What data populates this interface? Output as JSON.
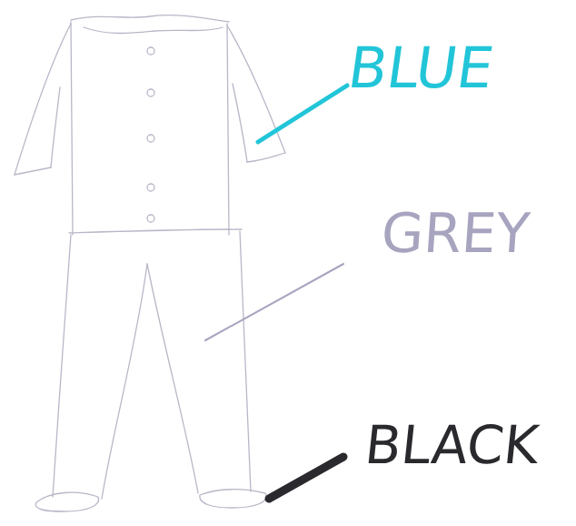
{
  "diagram": {
    "labels": [
      "BLUE",
      "GREY",
      "BLACK"
    ]
  }
}
